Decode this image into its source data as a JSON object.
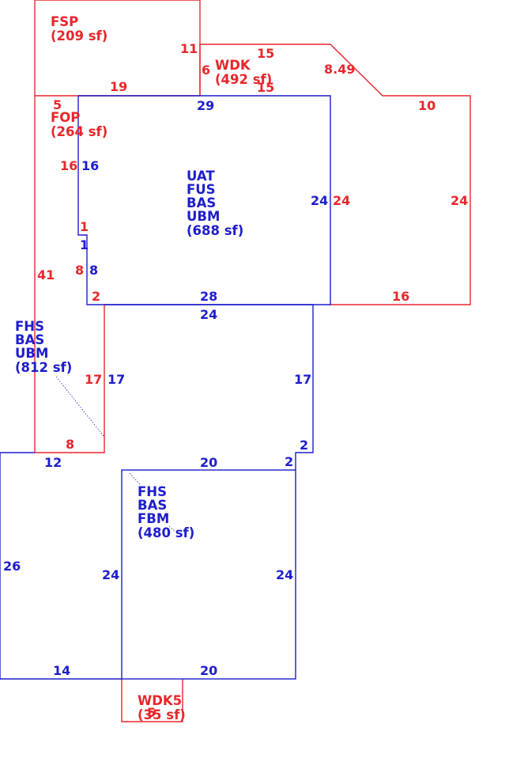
{
  "colors": {
    "red": "#e8262b",
    "blue": "#1d1dcc"
  },
  "areas": {
    "fsp": {
      "lines": [
        "FSP",
        "(209 sf)"
      ]
    },
    "wdk": {
      "lines": [
        "WDK",
        "(492 sf)"
      ]
    },
    "fop": {
      "lines": [
        "FOP",
        "(264 sf)"
      ]
    },
    "uat": {
      "lines": [
        "UAT",
        "FUS",
        "BAS",
        "UBM",
        "(688 sf)"
      ]
    },
    "fhs1": {
      "lines": [
        "FHS",
        "BAS",
        "UBM",
        "(812 sf)"
      ]
    },
    "fhs2": {
      "lines": [
        "FHS",
        "BAS",
        "FBM",
        "(480 sf)"
      ]
    },
    "wdk5": {
      "lines": [
        "WDK5",
        "(35 sf)"
      ]
    }
  },
  "dims": {
    "red": [
      "11",
      "15",
      "6",
      "8.49",
      "15",
      "19",
      "10",
      "5",
      "16",
      "24",
      "24",
      "1",
      "41",
      "8",
      "2",
      "16",
      "17",
      "8",
      "5"
    ],
    "blue": [
      "29",
      "16",
      "24",
      "1",
      "8",
      "28",
      "24",
      "17",
      "17",
      "2",
      "12",
      "20",
      "2",
      "26",
      "24",
      "24",
      "14",
      "20"
    ]
  }
}
